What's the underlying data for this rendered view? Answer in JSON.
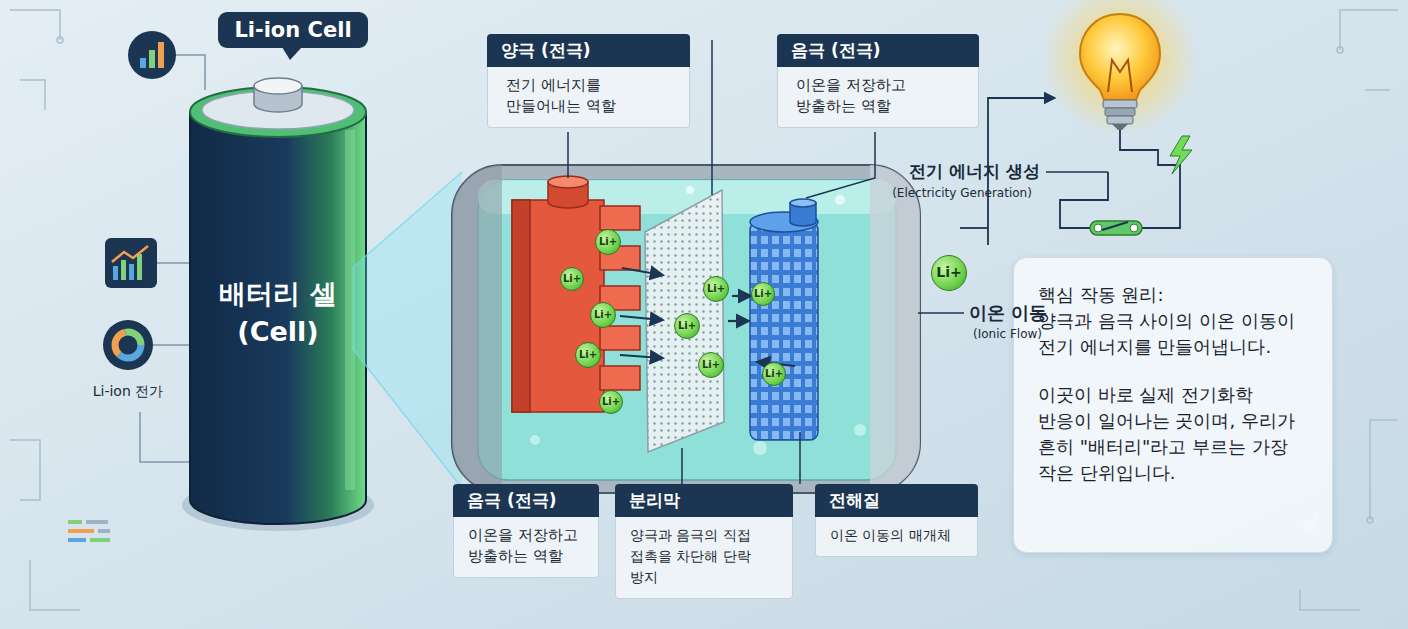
{
  "diagram": {
    "nodes": [
      {
        "text": [
          "Li-ion Cell"
        ]
      },
      {
        "text": [
          "배터리 셀 (Cell)"
        ]
      },
      {
        "text": [
          "양극 (전극)",
          "전기 에너지를 만들어내는 역할"
        ]
      },
      {
        "text": [
          "음극 (전극)",
          "이온을 저장하고 방출하는 역할"
        ]
      },
      {
        "text": [
          "핵심 작동 원리:",
          "양극과 음극 사이의 이온 이동이 전기 에너지를 만들어냅니다.",
          "이곳이 바로 실제 전기화학 반응이 일어나는 곳이며, 우리가 흔히 \"배터리\"라고 부르는 가장 작은 단위입니다."
        ]
      },
      {
        "text": [
          "음극 (전극)",
          "이온을 저장하고 방출하는 역할"
        ]
      },
      {
        "text": [
          "분리막",
          "양극과 음극의 직접 접촉을 차단해 단락 방지"
        ]
      },
      {
        "text": [
          "전해질",
          "이온 이동의 매개체"
        ]
      }
    ],
    "labels": [
      "Li-ion 전가",
      "전기 에너지 생성",
      "(Electricity Generation)",
      "이온 이동",
      "(Ionic Flow)",
      "Li+",
      "Li+",
      "Li+",
      "Li+",
      "Li+",
      "Li+",
      "Li+",
      "Li+",
      "Li+",
      "Li+",
      "Li+"
    ]
  }
}
